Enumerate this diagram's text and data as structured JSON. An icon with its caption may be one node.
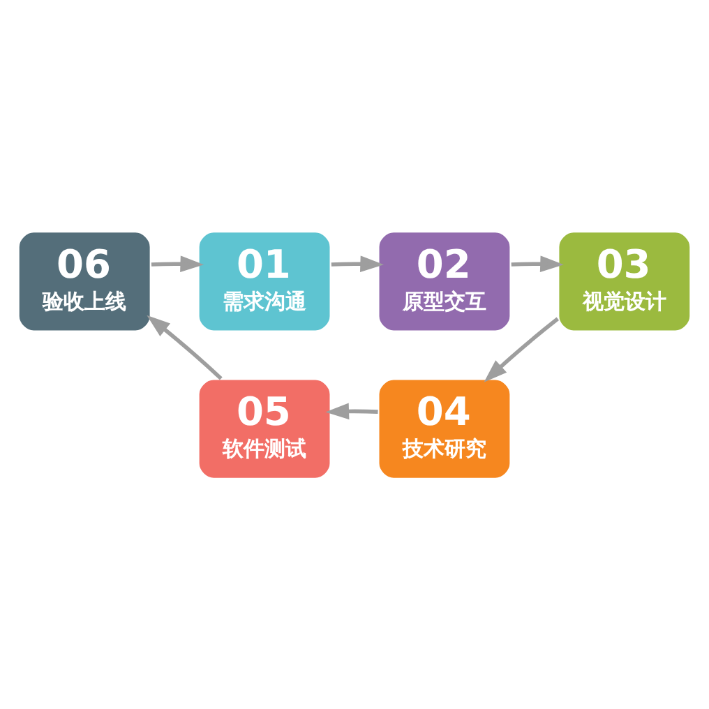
{
  "diagram": {
    "nodes": [
      {
        "text": [
          "01",
          "需求沟通"
        ]
      },
      {
        "text": [
          "02",
          "原型交互"
        ]
      },
      {
        "text": [
          "03",
          "视觉设计"
        ]
      },
      {
        "text": [
          "04",
          "技术研究"
        ]
      },
      {
        "text": [
          "05",
          "软件测试"
        ]
      },
      {
        "text": [
          "06",
          "验收上线"
        ]
      }
    ],
    "edges": [
      {
        "from": 0,
        "to": 1,
        "arrow": "to"
      },
      {
        "from": 1,
        "to": 2,
        "arrow": "to"
      },
      {
        "from": 2,
        "to": 3,
        "arrow": "to"
      },
      {
        "from": 3,
        "to": 4,
        "arrow": "to"
      },
      {
        "from": 4,
        "to": 5,
        "arrow": "to"
      },
      {
        "from": 5,
        "to": 0,
        "arrow": "to"
      }
    ]
  }
}
